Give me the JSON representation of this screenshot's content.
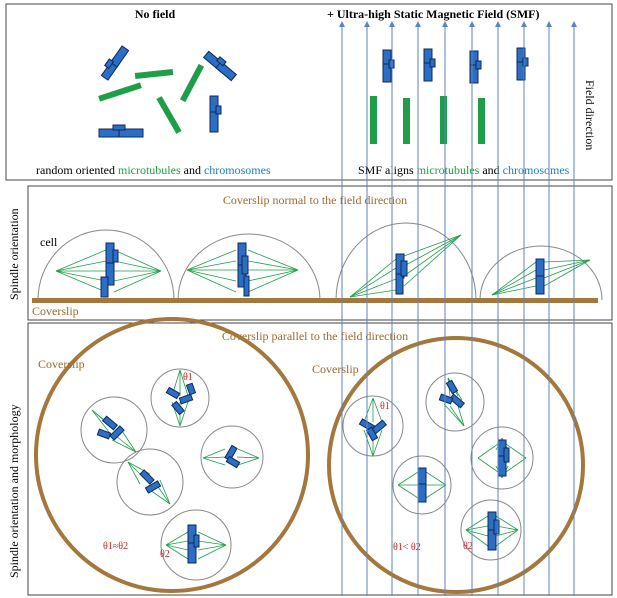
{
  "panel_top": {
    "left_title": "No field",
    "right_title": "+  Ultra-high Static Magnetic Field (SMF)",
    "field_direction": "Field direction",
    "left_caption": {
      "a": "random oriented ",
      "b": "microtubules",
      "c": " and ",
      "d": "chromosomes"
    },
    "right_caption": {
      "a": "SMF aligns ",
      "b": "microtubules",
      "c": " and ",
      "d": "chromosomes"
    }
  },
  "panel_middle": {
    "side_label": "Spindle orientation",
    "title": "Coverslip normal to the field direction",
    "cell_label": "cell",
    "coverslip_label": "Coverslip"
  },
  "panel_bottom": {
    "side_label": "Spindle orientation and morphology",
    "title": "Coverslip parallel to the field direction",
    "left_coverslip": "Coverslip",
    "right_coverslip": "Coverslip",
    "theta1_left": "θ1",
    "theta2_left": "θ2",
    "relation_left": "θ1≈θ2",
    "theta1_right": "θ1",
    "theta2_right": "θ2",
    "relation_right": "θ1< θ2"
  },
  "colors": {
    "microtubule_green": "#1e9e48",
    "chromosome_blue": "#2b6ec4",
    "chromosome_outline": "#0c2a5c",
    "coverslip_brown": "#a4773c",
    "title_brown": "#9c6a2e",
    "field_line_blue": "#5b86bd",
    "theta_red": "#d42020"
  }
}
